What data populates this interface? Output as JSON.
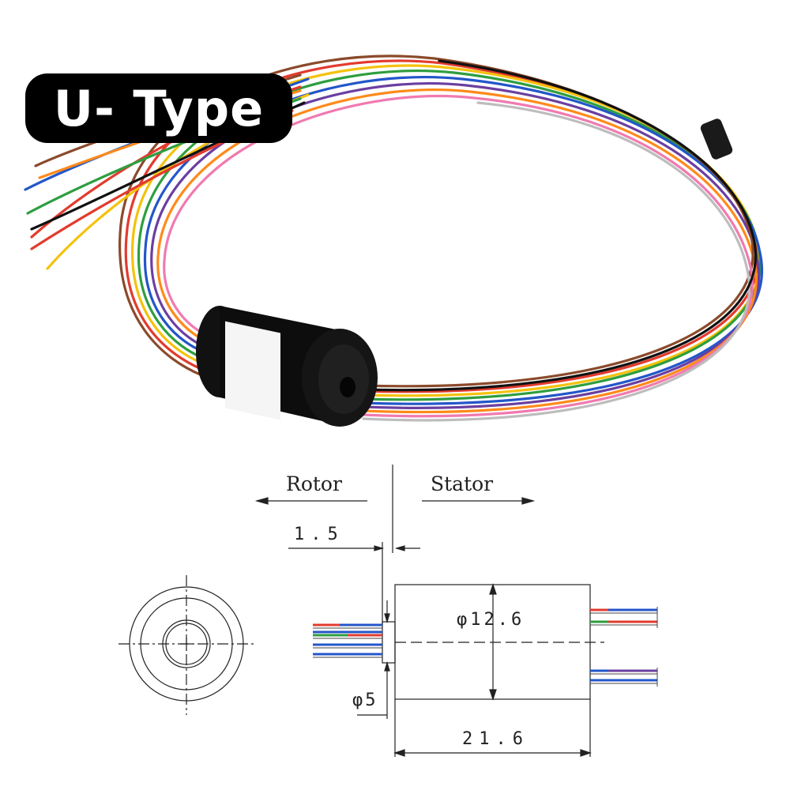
{
  "badge": {
    "label": "U- Type"
  },
  "product_photo": {
    "wire_colors": [
      "#e23b2e",
      "#f4c20d",
      "#2e9e3f",
      "#2356c9",
      "#6b3fa0",
      "#8b4a2b",
      "#ff8a1a",
      "#111111",
      "#bdbdbd",
      "#f07ab0",
      "#ffffff",
      "#e8d000"
    ]
  },
  "drawing": {
    "rotor_label": "Rotor",
    "stator_label": "Stator",
    "dim_gap": "1.5",
    "dim_body_diameter": "φ12.6",
    "dim_shaft_diameter": "φ5",
    "dim_length": "21.6"
  }
}
